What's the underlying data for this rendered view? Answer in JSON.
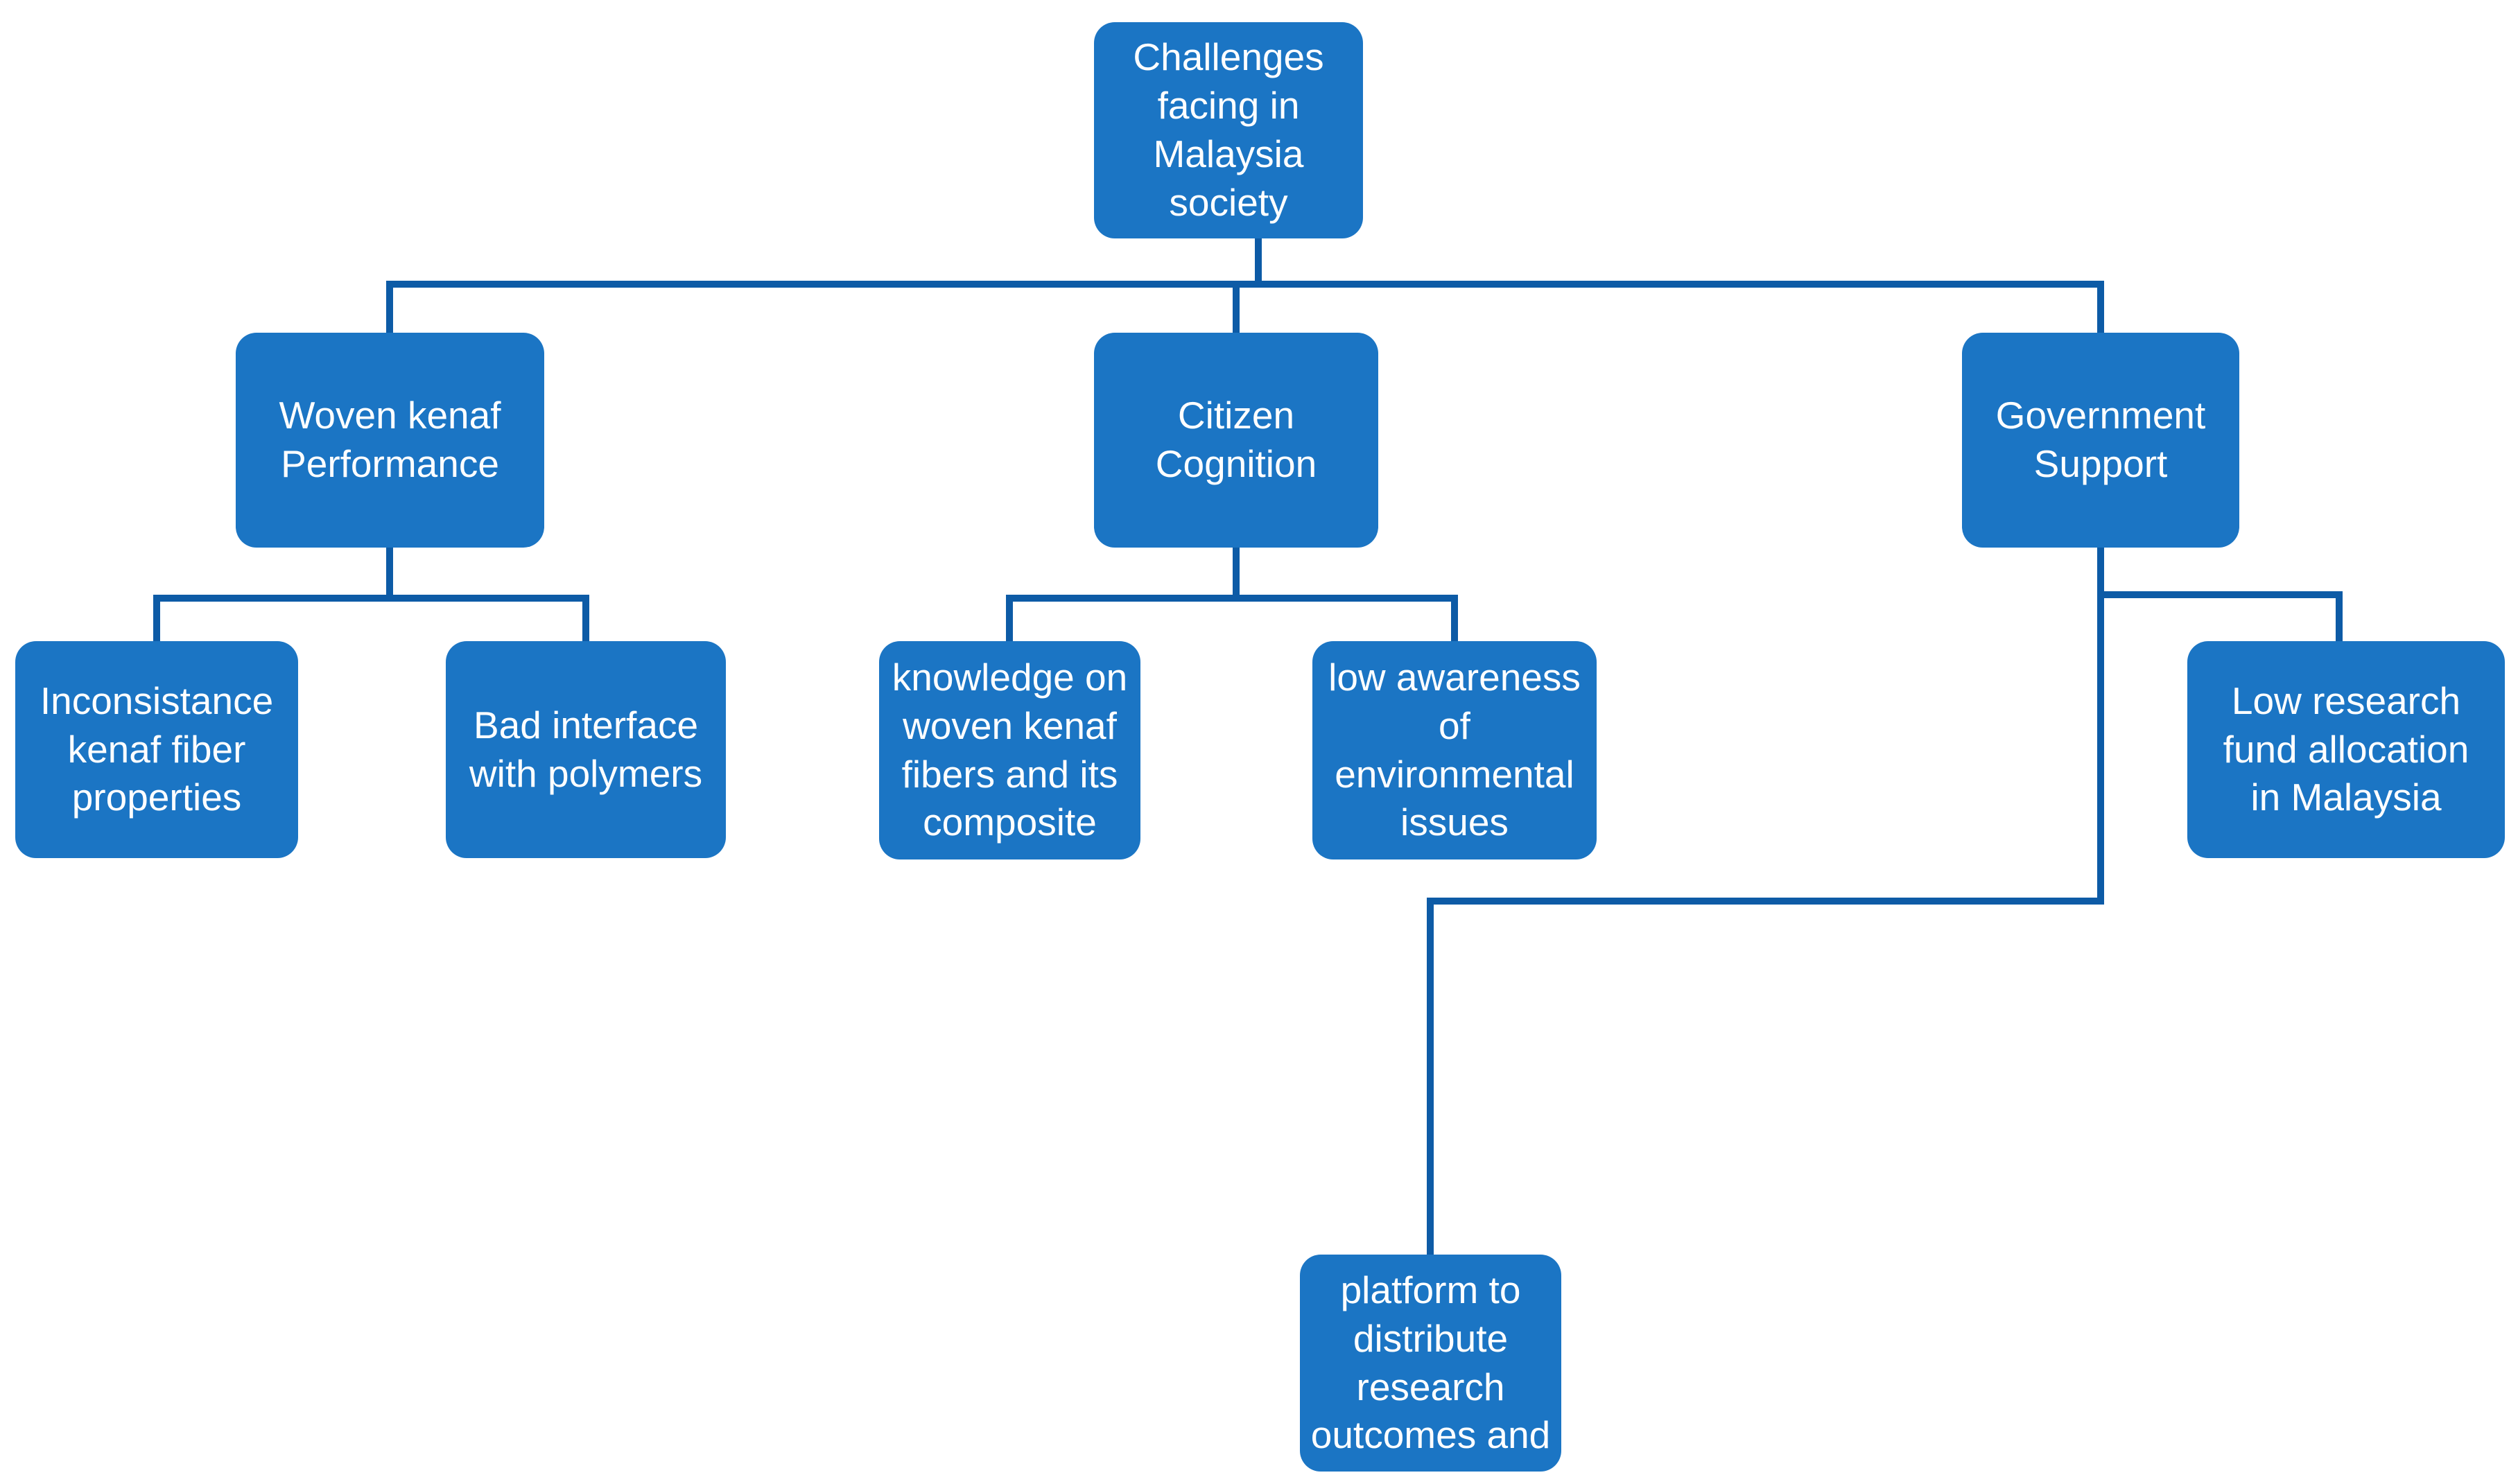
{
  "diagram": {
    "type": "hierarchy-flowchart",
    "colors": {
      "node_fill": "#1B75C4",
      "connector": "#0D5BA6",
      "node_text": "#FFFFFF",
      "background": "#FFFFFF"
    },
    "nodes": {
      "challenges": {
        "label": "Challenges\nfacing in\nMalaysia\nsociety"
      },
      "woven_kenaf": {
        "label": "Woven kenaf\nPerformance"
      },
      "citizen_cognition": {
        "label": "Citizen\nCognition"
      },
      "government_support": {
        "label": "Government\nSupport"
      },
      "inconsistance": {
        "label": "Inconsistance\nkenaf fiber\nproperties"
      },
      "bad_interface": {
        "label": "Bad interface\nwith polymers"
      },
      "knowledge": {
        "label": "knowledge on\nwoven kenaf\nfibers and its\ncomposite"
      },
      "low_awareness": {
        "label": "low awareness\nof\nenvironmental\nissues"
      },
      "low_research": {
        "label": "Low research\nfund allocation\nin Malaysia"
      },
      "platform": {
        "label": "platform to\ndistribute\nresearch\noutcomes and"
      }
    },
    "edges": [
      {
        "from": "challenges",
        "to": "woven_kenaf"
      },
      {
        "from": "challenges",
        "to": "citizen_cognition"
      },
      {
        "from": "challenges",
        "to": "government_support"
      },
      {
        "from": "woven_kenaf",
        "to": "inconsistance"
      },
      {
        "from": "woven_kenaf",
        "to": "bad_interface"
      },
      {
        "from": "citizen_cognition",
        "to": "knowledge"
      },
      {
        "from": "citizen_cognition",
        "to": "low_awareness"
      },
      {
        "from": "government_support",
        "to": "low_research"
      },
      {
        "from": "government_support",
        "to": "platform"
      }
    ]
  }
}
